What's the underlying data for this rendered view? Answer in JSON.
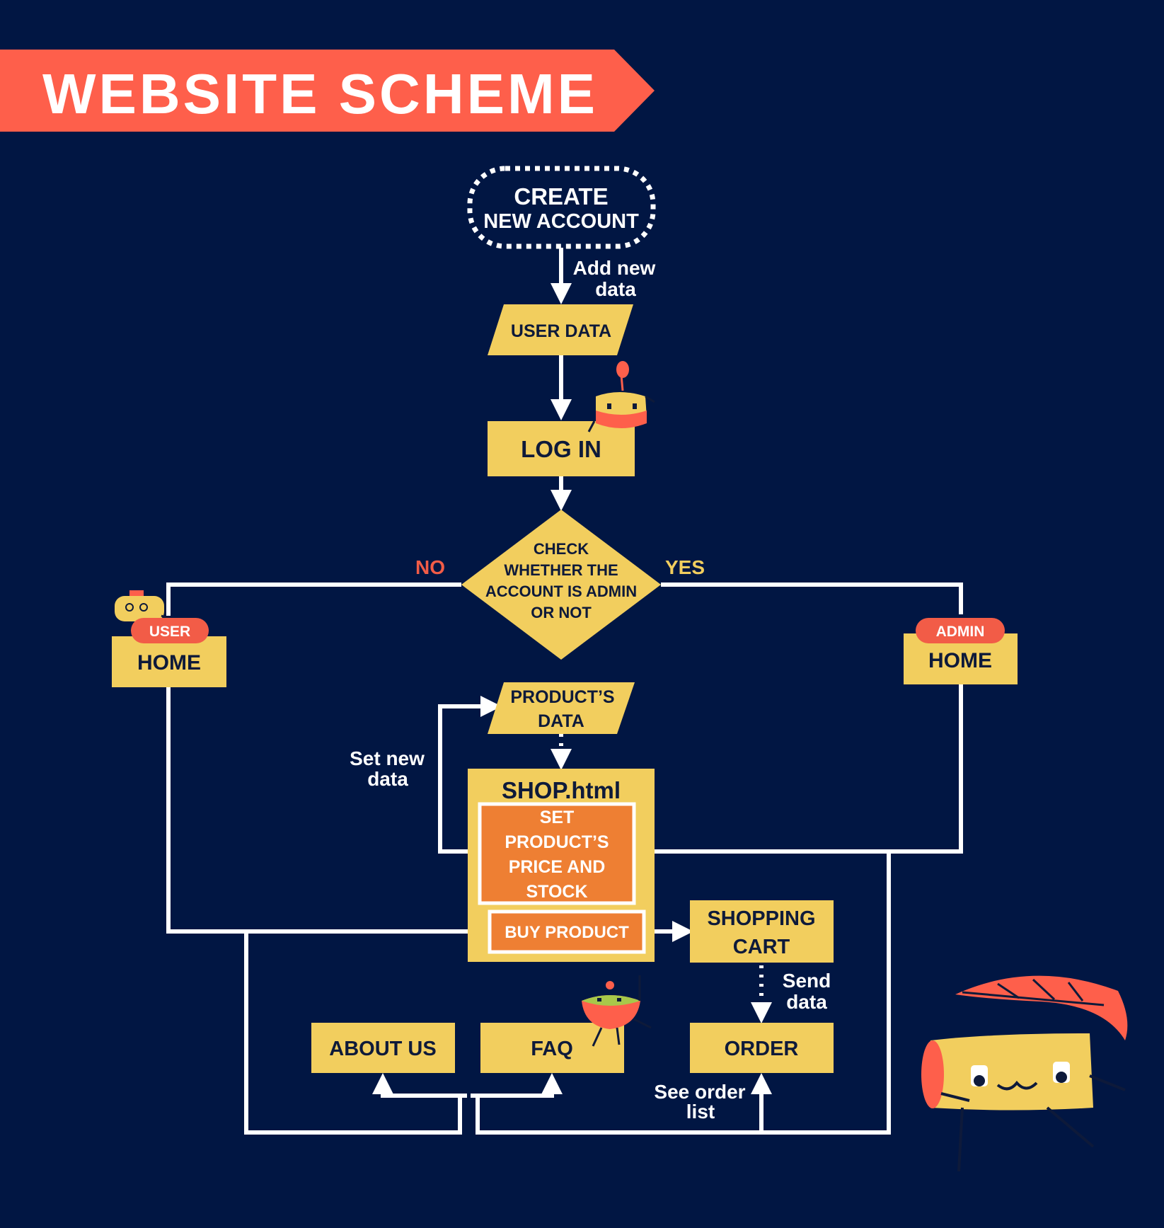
{
  "title": "WEBSITE SCHEME",
  "colors": {
    "background": "#011643",
    "banner": "#FE5F4B",
    "box": "#F2CE5E",
    "box_text": "#0E1A3A",
    "inner_box": "#EE7F33",
    "connector": "#FFFFFF",
    "no_label": "#F25C47",
    "yes_label": "#F2CE5E",
    "badge": "#F25C47"
  },
  "nodes": {
    "create_account": {
      "line1": "CREATE",
      "line2": "NEW ACCOUNT"
    },
    "user_data": "USER DATA",
    "log_in": "LOG IN",
    "check": {
      "line1": "CHECK",
      "line2": "WHETHER THE",
      "line3": "ACCOUNT IS ADMIN",
      "line4": "OR NOT"
    },
    "user_home": {
      "badge": "USER",
      "label": "HOME"
    },
    "admin_home": {
      "badge": "ADMIN",
      "label": "HOME"
    },
    "products_data": {
      "line1": "PRODUCT’S",
      "line2": "DATA"
    },
    "shop": {
      "title": "SHOP.html",
      "set_price": {
        "line1": "SET",
        "line2": "PRODUCT’S",
        "line3": "PRICE AND",
        "line4": "STOCK"
      },
      "buy_product": "BUY PRODUCT"
    },
    "shopping_cart": {
      "line1": "SHOPPING",
      "line2": "CART"
    },
    "order": "ORDER",
    "about_us": "ABOUT US",
    "faq": "FAQ"
  },
  "edge_labels": {
    "add_new_data": {
      "line1": "Add new",
      "line2": "data"
    },
    "no": "NO",
    "yes": "YES",
    "set_new_data": {
      "line1": "Set new",
      "line2": "data"
    },
    "send_data": {
      "line1": "Send",
      "line2": "data"
    },
    "see_order_list": {
      "line1": "See order",
      "line2": "list"
    }
  },
  "icons": [
    "cake-mascot-icon",
    "bread-mascot-icon",
    "watermelon-mascot-icon",
    "cheese-leaf-mascot-icon"
  ]
}
